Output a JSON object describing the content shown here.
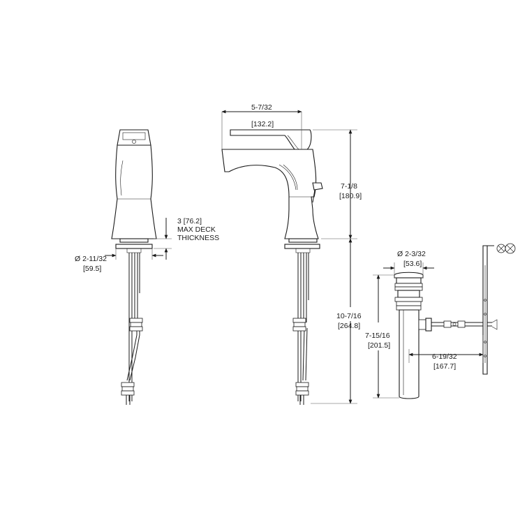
{
  "dimensions": {
    "deck_thickness": {
      "imperial": "3 [76.2]",
      "line2": "MAX DECK",
      "line3": "THICKNESS"
    },
    "base_diameter": {
      "imperial": "Ø 2-11/32",
      "metric": "[59.5]"
    },
    "spout_reach": {
      "imperial": "5-7/32",
      "metric": "[132.2]"
    },
    "faucet_height": {
      "imperial": "7-1/8",
      "metric": "[180.9]"
    },
    "overall_height": {
      "imperial": "10-7/16",
      "metric": "[264.8]"
    },
    "drain_flange_diameter": {
      "imperial": "Ø 2-3/32",
      "metric": "[53.6]"
    },
    "drain_length": {
      "imperial": "7-15/16",
      "metric": "[201.5]"
    },
    "lift_rod_reach": {
      "imperial": "6-19/32",
      "metric": "[167.7]"
    }
  }
}
